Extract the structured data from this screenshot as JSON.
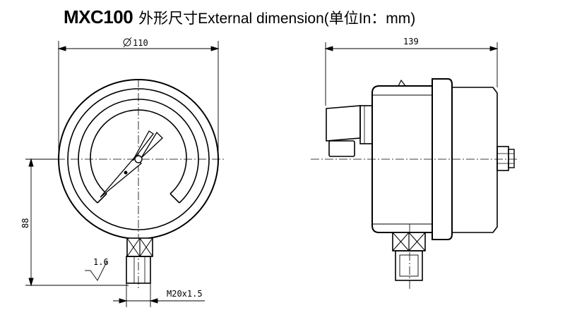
{
  "title": {
    "model": "MXC100",
    "description": "外形尺寸External dimension(单位In：mm)"
  },
  "dimensions": {
    "diameter": "110",
    "depth": "139",
    "height": "88",
    "roughness": "1.6",
    "thread": "M20x1.5"
  }
}
